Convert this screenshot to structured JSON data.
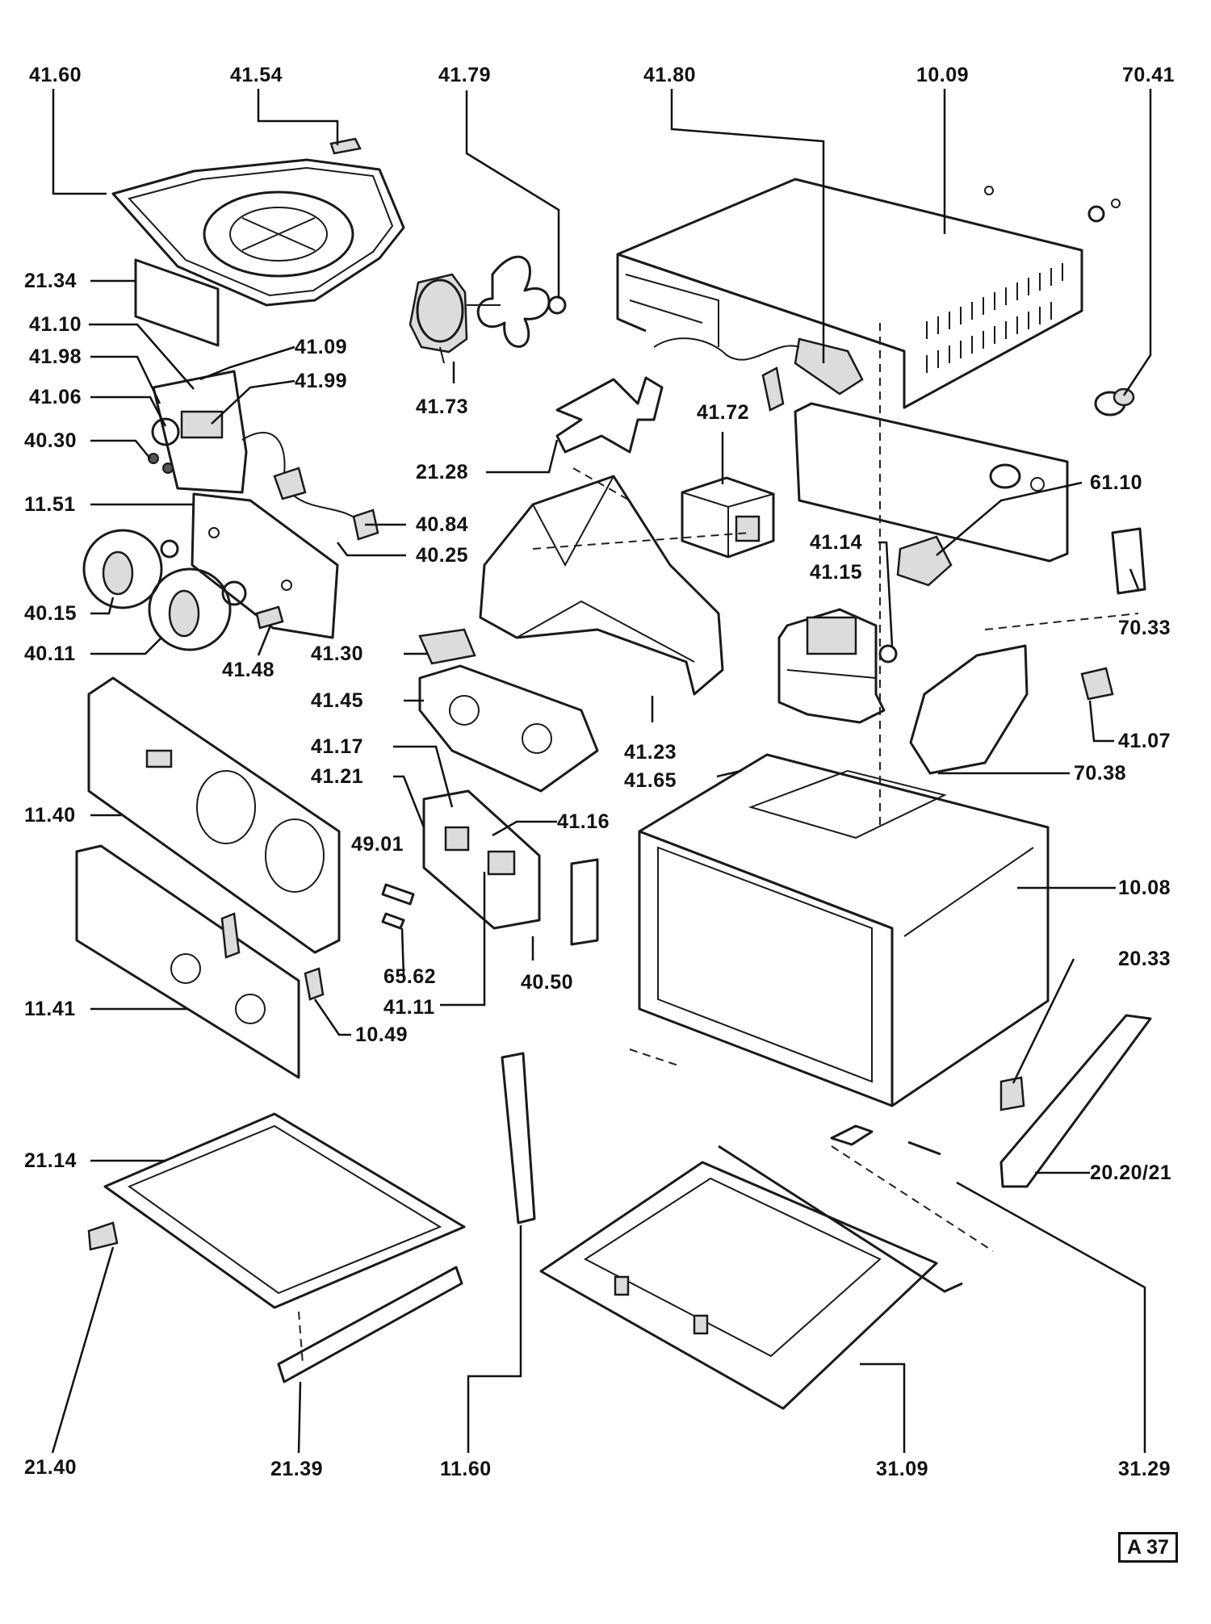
{
  "page_ref": "A 37",
  "callouts": {
    "c_41_60": "41.60",
    "c_41_54": "41.54",
    "c_41_79": "41.79",
    "c_41_80": "41.80",
    "c_10_09": "10.09",
    "c_70_41": "70.41",
    "c_21_34": "21.34",
    "c_41_10": "41.10",
    "c_41_09": "41.09",
    "c_41_98": "41.98",
    "c_41_99": "41.99",
    "c_41_06": "41.06",
    "c_41_73": "41.73",
    "c_41_72": "41.72",
    "c_40_30": "40.30",
    "c_21_28": "21.28",
    "c_61_10": "61.10",
    "c_11_51": "11.51",
    "c_40_84": "40.84",
    "c_40_25": "40.25",
    "c_41_14": "41.14",
    "c_41_15": "41.15",
    "c_40_15": "40.15",
    "c_70_33": "70.33",
    "c_40_11": "40.11",
    "c_41_48": "41.48",
    "c_41_30": "41.30",
    "c_41_45": "41.45",
    "c_41_07": "41.07",
    "c_41_23": "41.23",
    "c_41_65": "41.65",
    "c_41_17": "41.17",
    "c_70_38": "70.38",
    "c_41_21": "41.21",
    "c_11_40": "11.40",
    "c_41_16": "41.16",
    "c_49_01": "49.01",
    "c_10_08": "10.08",
    "c_65_62": "65.62",
    "c_40_50": "40.50",
    "c_20_33": "20.33",
    "c_41_11": "41.11",
    "c_11_41": "11.41",
    "c_10_49": "10.49",
    "c_21_14": "21.14",
    "c_20_20_21": "20.20/21",
    "c_21_40": "21.40",
    "c_21_39": "21.39",
    "c_11_60": "11.60",
    "c_31_09": "31.09",
    "c_31_29": "31.29"
  }
}
